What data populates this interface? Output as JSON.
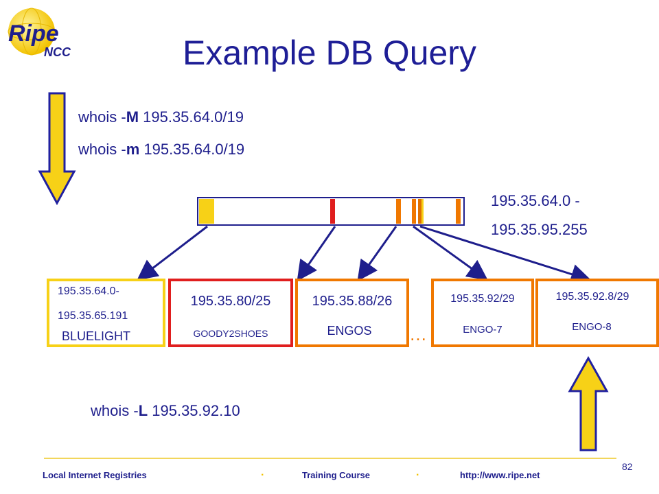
{
  "logo": {
    "word": "Ripe",
    "sub": "NCC"
  },
  "title": "Example DB Query",
  "commands": {
    "line1": {
      "prefix": "whois  -",
      "flag": "M",
      "arg": " 195.35.64.0/19"
    },
    "line2": {
      "prefix": "whois  -",
      "flag": "m",
      "arg": " 195.35.64.0/19"
    },
    "line3": {
      "prefix": "whois  -",
      "flag": "L",
      "arg": " 195.35.92.10"
    }
  },
  "range": {
    "start": "195.35.64.0 -",
    "end": "195.35.95.255"
  },
  "boxes": [
    {
      "lines": [
        "195.35.64.0-",
        "195.35.65.191",
        "BLUELIGHT"
      ],
      "color": "#f7d117"
    },
    {
      "lines": [
        "195.35.80/25",
        "GOODY2SHOES"
      ],
      "color": "#e01e1e"
    },
    {
      "lines": [
        "195.35.88/26",
        "ENGOS"
      ],
      "color": "#f07800"
    },
    {
      "lines": [
        "195.35.92/29",
        "ENGO-7"
      ],
      "color": "#f07800"
    },
    {
      "lines": [
        "195.35.92.8/29",
        "ENGO-8"
      ],
      "color": "#f07800"
    }
  ],
  "ellipsis": "…",
  "footer": {
    "left": "Local Internet Registries",
    "center": "Training Course",
    "right": "http://www.ripe.net",
    "sep": "."
  },
  "page_number": "82",
  "colors": {
    "text": "#1e1e8c",
    "yellow": "#f7d117",
    "red": "#e01e1e",
    "orange": "#f07800",
    "arrow_outline": "#2020a0"
  }
}
